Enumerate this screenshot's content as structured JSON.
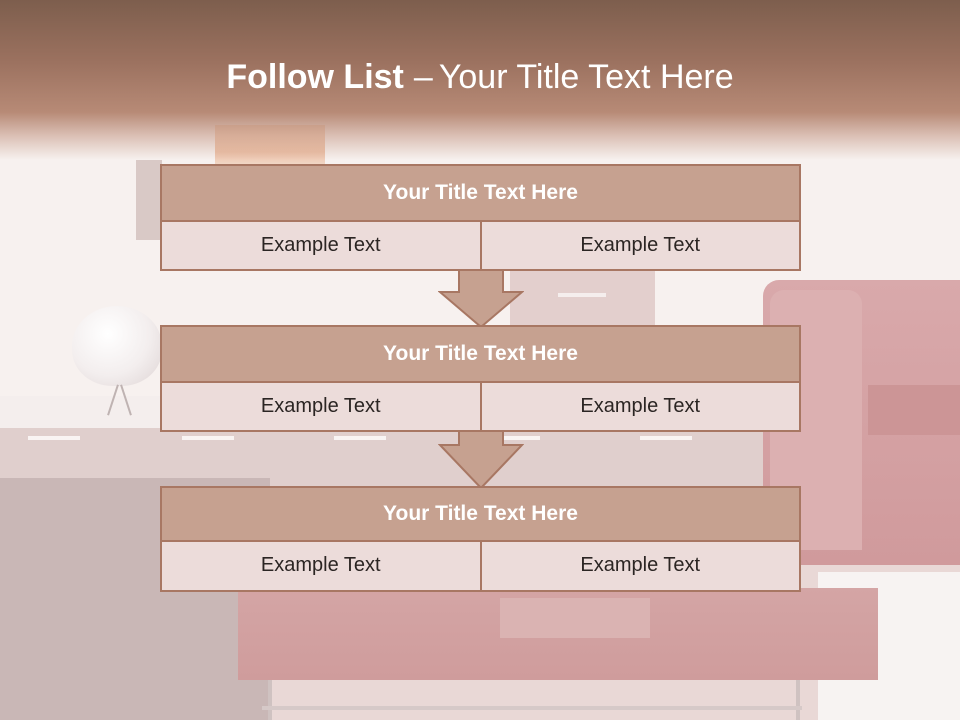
{
  "slide": {
    "title_bold": "Follow List",
    "title_separator": "–",
    "title_rest": "Your Title Text Here"
  },
  "colors": {
    "title_band": "#9b715f",
    "block_header": "#c6a190",
    "block_border": "#a87763",
    "cell_fill": "#ecdcda",
    "arrow_fill": "#c6a190"
  },
  "blocks": [
    {
      "title": "Your Title Text Here",
      "cells": [
        "Example Text",
        "Example Text"
      ]
    },
    {
      "title": "Your Title Text Here",
      "cells": [
        "Example Text",
        "Example Text"
      ]
    },
    {
      "title": "Your Title Text Here",
      "cells": [
        "Example Text",
        "Example Text"
      ]
    }
  ],
  "connectors": [
    "down-arrow-icon",
    "down-arrow-icon"
  ]
}
